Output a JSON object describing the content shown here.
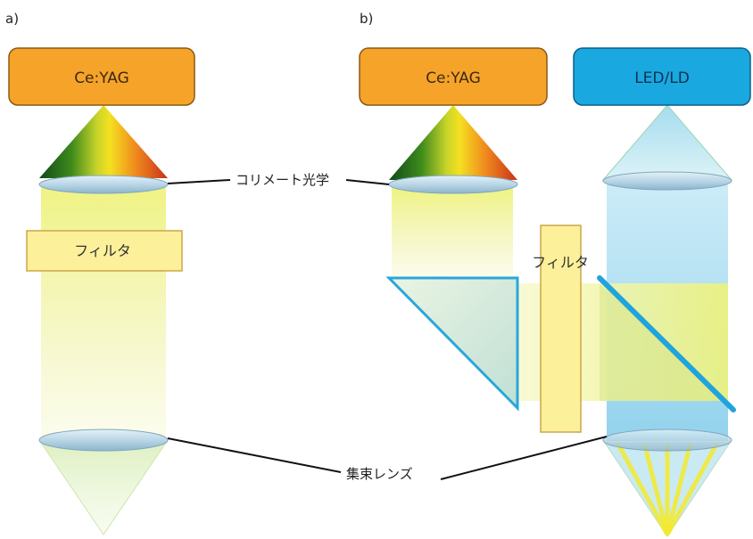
{
  "panels": {
    "a": {
      "label": "a)",
      "source_label": "Ce:YAG",
      "filter_label": "フィルタ"
    },
    "b": {
      "label": "b)",
      "source_label": "Ce:YAG",
      "source2_label": "LED/LD",
      "filter_label": "フィルタ"
    }
  },
  "callouts": {
    "collimator": "コリメート光学",
    "focus_lens": "集束レンズ"
  },
  "colors": {
    "orange_box": "#f6a32a",
    "blue_box": "#1aa8e0",
    "filter_fill": "#fdf09a",
    "yellow_beam": "#eef27a",
    "blue_beam": "#8fd3ee",
    "mirror": "#20a4dc"
  }
}
